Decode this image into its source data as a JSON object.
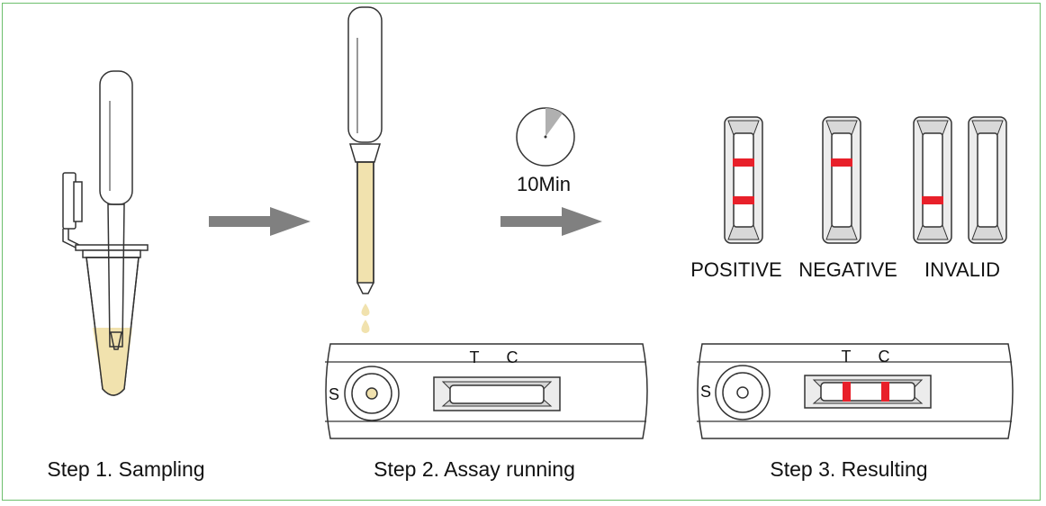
{
  "colors": {
    "frame": "#6dbf6d",
    "sample": "#f1e2ae",
    "line_red": "#e8202a",
    "casing": "#ececec",
    "arrow": "#808080",
    "timer_fill": "#b0b0b0"
  },
  "steps": {
    "step1": "Step 1. Sampling",
    "step2": "Step 2. Assay running",
    "step3": "Step 3. Resulting"
  },
  "timer": {
    "label": "10Min",
    "elapsed_fraction": 0.1
  },
  "cassette": {
    "sample_label": "S",
    "test_label": "T",
    "control_label": "C"
  },
  "results": [
    {
      "label": "POSITIVE",
      "lines": [
        "C",
        "T"
      ]
    },
    {
      "label": "NEGATIVE",
      "lines": [
        "C"
      ]
    },
    {
      "label": "INVALID",
      "lines": [
        "T"
      ]
    },
    {
      "label": "",
      "lines": []
    }
  ]
}
